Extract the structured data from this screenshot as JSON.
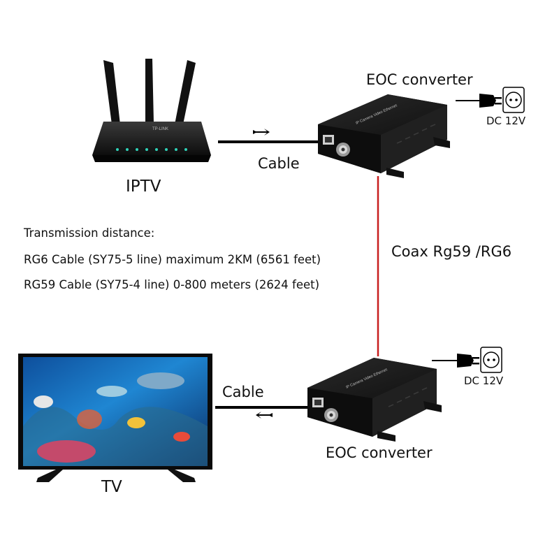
{
  "router": {
    "label": "IPTV",
    "brand": "TP-LINK"
  },
  "tv": {
    "label": "TV"
  },
  "converter_top": {
    "label": "EOC converter",
    "power_label": "DC 12V",
    "faceplate": "IP Camera Video Ethernet"
  },
  "converter_bottom": {
    "label": "EOC converter",
    "power_label": "DC 12V",
    "faceplate": "IP Camera Video Ethernet"
  },
  "links": {
    "top_cable": "Cable",
    "bottom_cable": "Cable",
    "coax": "Coax Rg59 /RG6"
  },
  "transmission": {
    "heading": "Transmission distance:",
    "lines": [
      "RG6 Cable (SY75-5 line) maximum 2KM (6561 feet)",
      "RG59 Cable (SY75-4 line) 0-800 meters (2624 feet)"
    ]
  },
  "colors": {
    "coax_line": "#c81e1e",
    "device_body": "#1a1a1a",
    "cable_line": "#000000",
    "router_led": "#2fd2b8"
  }
}
